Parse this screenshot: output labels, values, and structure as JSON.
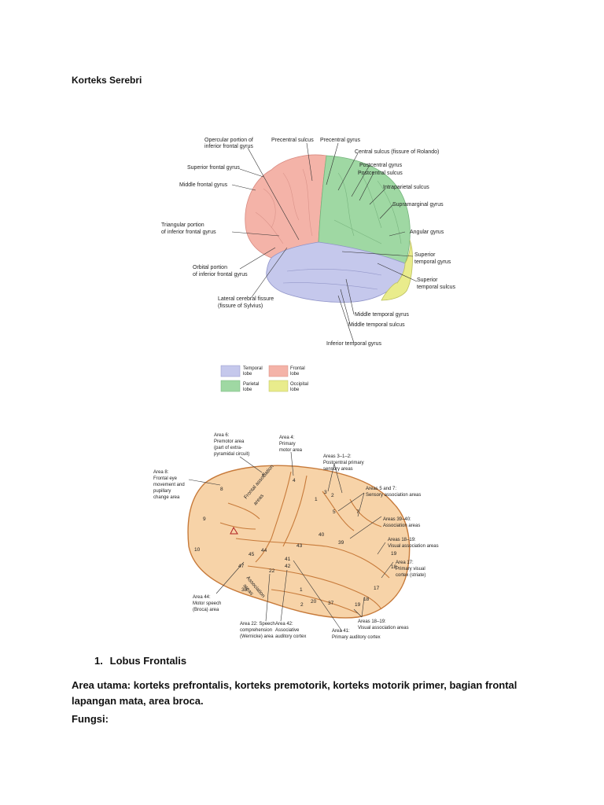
{
  "document": {
    "title": "Korteks Serebri",
    "section_number": "1.",
    "section_heading": "Lobus Frontalis",
    "area_text": "Area utama: korteks prefrontalis, korteks premotorik, korteks motorik primer, bagian frontal lapangan mata, area broca.",
    "fungsi_label": "Fungsi:"
  },
  "figure1": {
    "labels": {
      "opercular1": "Opercular portion of",
      "opercular2": "inferior frontal gyrus",
      "precentral_sulcus": "Precentral sulcus",
      "precentral_gyrus": "Precentral gyrus",
      "central_sulcus": "Central sulcus (fissure of Rolando)",
      "postcentral_gyrus": "Postcentral gyrus",
      "postcentral_sulcus": "Postcentral sulcus",
      "superior_frontal": "Superior frontal gyrus",
      "middle_frontal": "Middle frontal gyrus",
      "intraparietal": "Intraparietal sulcus",
      "supramarginal": "Supramarginal gyrus",
      "triangular1": "Triangular portion",
      "triangular2": "of inferior frontal gyrus",
      "angular": "Angular gyrus",
      "sup_temporal_gyrus1": "Superior",
      "sup_temporal_gyrus2": "temporal gyrus",
      "orbital1": "Orbital portion",
      "orbital2": "of inferior frontal gyrus",
      "sup_temporal_sulcus1": "Superior",
      "sup_temporal_sulcus2": "temporal sulcus",
      "lateral1": "Lateral cerebral fissure",
      "lateral2": "(fissure of Sylvius)",
      "middle_temporal_gyrus": "Middle temporal gyrus",
      "middle_temporal_sulcus": "Middle temporal sulcus",
      "inferior_temporal": "Inferior temporal gyrus"
    },
    "legend": {
      "temporal1": "Temporal",
      "temporal2": "lobe",
      "frontal1": "Frontal",
      "frontal2": "lobe",
      "parietal1": "Parietal",
      "parietal2": "lobe",
      "occipital1": "Occipital",
      "occipital2": "lobe"
    },
    "colors": {
      "frontal": "#f4b3a8",
      "parietal": "#9fd8a3",
      "temporal": "#c5c8ec",
      "occipital": "#e9ec8c"
    }
  },
  "figure2": {
    "labels": {
      "area6_1": "Area 6:",
      "area6_2": "Premotor area",
      "area6_3": "(part of extra-",
      "area6_4": "pyramidal circuit)",
      "area4_1": "Area 4:",
      "area4_2": "Primary",
      "area4_3": "motor area",
      "area312_1": "Areas 3–1–2:",
      "area312_2": "Postcentral primary",
      "area312_3": "sensory areas",
      "area8_1": "Area 8:",
      "area8_2": "Frontal eye",
      "area8_3": "movement and",
      "area8_4": "pupillary",
      "area8_5": "change area",
      "area57_1": "Areas 5 and 7:",
      "area57_2": "Sensory association areas",
      "area3940_1": "Areas 39–40:",
      "area3940_2": "Association areas",
      "area1819_1": "Areas 18–19:",
      "area1819_2": "Visual association areas",
      "area17_1": "Area 17:",
      "area17_2": "Primary visual",
      "area17_3": "cortex (striate)",
      "area44_1": "Area 44:",
      "area44_2": "Motor speech",
      "area44_3": "(Broca) area",
      "area22_1": "Area 22: Speech",
      "area22_2": "comprehension",
      "area22_3": "(Wernicke) area",
      "area42_1": "Area 42:",
      "area42_2": "Associative",
      "area42_3": "auditory cortex",
      "area41_1": "Area 41:",
      "area41_2": "Primary auditory cortex",
      "area1819b_1": "Areas 18–19:",
      "area1819b_2": "Visual association areas",
      "frontal_assoc1": "Frontal association",
      "frontal_assoc2": "areas",
      "assoc1": "Association",
      "assoc2": "areas"
    },
    "numbers": {
      "n6": "6",
      "n4": "4",
      "n8": "8",
      "n3": "3",
      "n2": "2",
      "n1": "1",
      "n5": "5",
      "n7": "7",
      "n9": "9",
      "n40": "40",
      "n39": "39",
      "n10": "10",
      "n43": "43",
      "n19": "19",
      "n45": "45",
      "n44": "44",
      "n18": "18",
      "n41": "41",
      "n42": "42",
      "n22": "22",
      "n47": "47",
      "n17": "17",
      "n38": "38",
      "n1b": "1",
      "n20": "20",
      "n37": "37",
      "n2b": "2",
      "n18b": "18",
      "n19b": "19"
    },
    "colors": {
      "brain": "#f7d3a8",
      "outline": "#c77a3a"
    }
  }
}
